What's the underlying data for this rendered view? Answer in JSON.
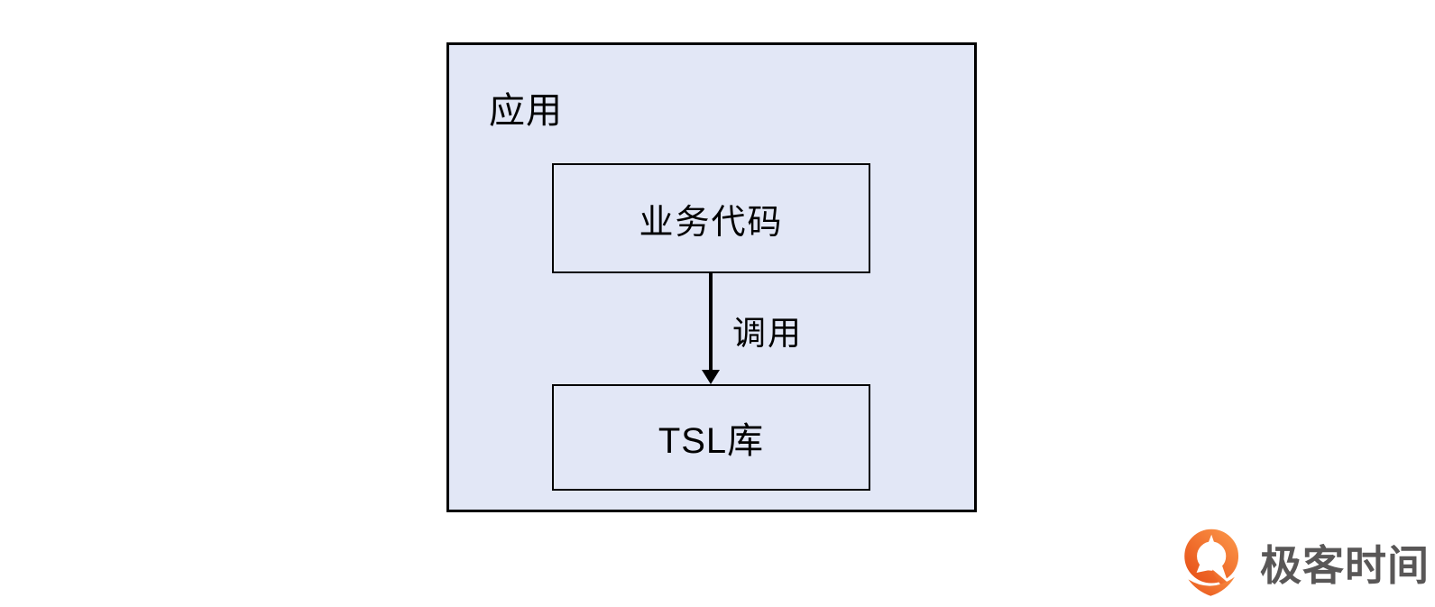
{
  "diagram": {
    "container": {
      "label": "应用"
    },
    "nodes": [
      {
        "id": "business-code",
        "label": "业务代码"
      },
      {
        "id": "tsl-library",
        "label": "TSL库"
      }
    ],
    "edge": {
      "from": "business-code",
      "to": "tsl-library",
      "label": "调用",
      "direction": "down"
    }
  },
  "branding": {
    "logo_text": "极客时间",
    "logo_icon": "geektime-pin-icon"
  },
  "colors": {
    "page_background": "#FFFFFF",
    "box_fill": "#E2E7F6",
    "box_border": "#000000",
    "arrow": "#000000",
    "logo_text": "#595757",
    "logo_orange_dark": "#E8541A",
    "logo_orange_light": "#FA9145"
  }
}
